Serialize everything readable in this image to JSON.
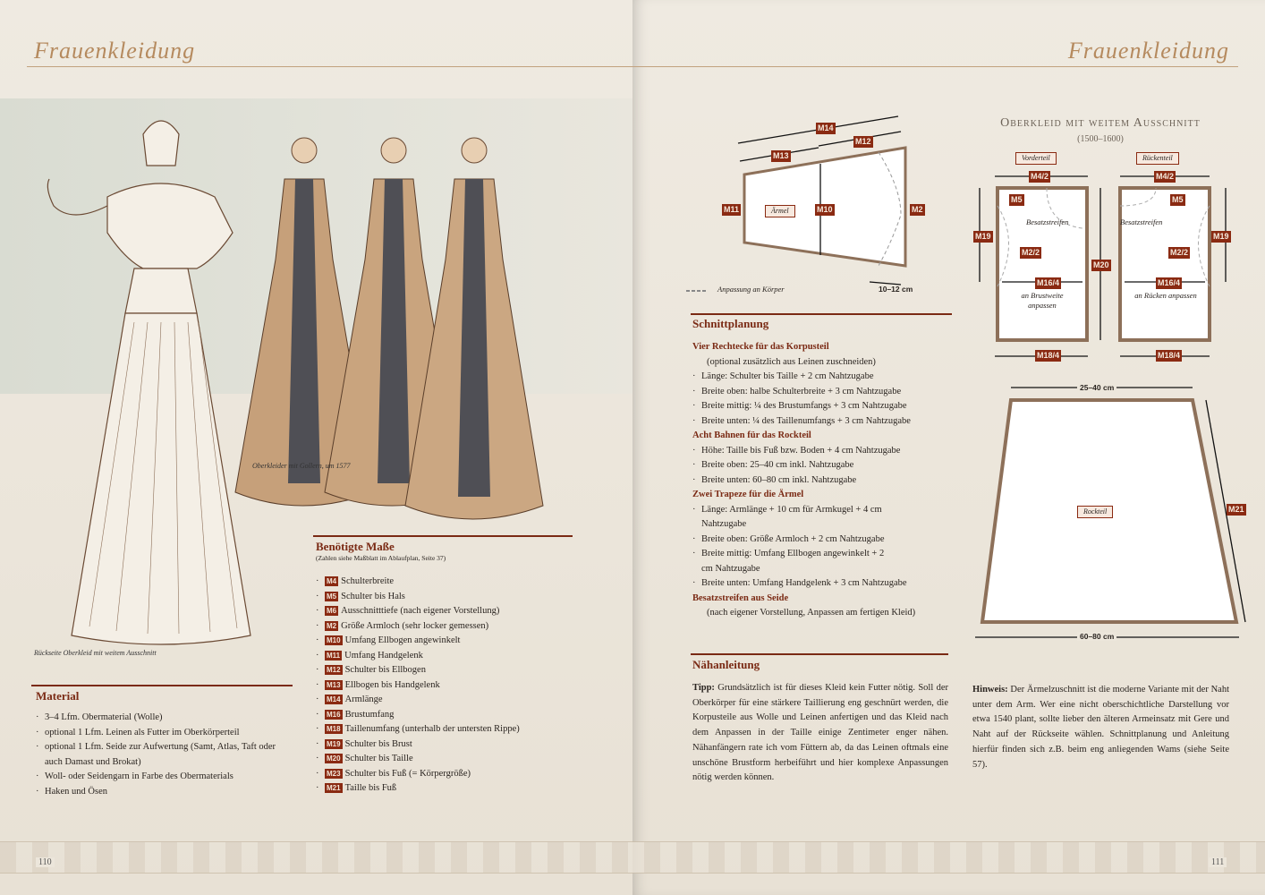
{
  "header": {
    "left_title": "Frauenkleidung",
    "right_title": "Frauenkleidung"
  },
  "captions": {
    "back_view": "Rückseite Oberkleid mit weitem Ausschnitt",
    "three_women": "Oberkleider mit Gollern, um 1577"
  },
  "material": {
    "title": "Material",
    "items": [
      "3–4 Lfm. Obermaterial (Wolle)",
      "optional 1 Lfm. Leinen als Futter im Oberkörperteil",
      "optional 1 Lfm. Seide zur Aufwertung (Samt, Atlas, Taft oder auch Damast und Brokat)",
      "Woll- oder Seidengarn in Farbe des Obermaterials",
      "Haken und Ösen"
    ]
  },
  "measures": {
    "title": "Benötigte Maße",
    "subtitle": "(Zahlen siehe Maßblatt im Ablaufplan, Seite 37)",
    "items": [
      {
        "code": "M4",
        "label": "Schulterbreite"
      },
      {
        "code": "M5",
        "label": "Schulter bis Hals"
      },
      {
        "code": "M6",
        "label": "Ausschnitttiefe (nach eigener Vorstellung)"
      },
      {
        "code": "M2",
        "label": "Größe Armloch (sehr locker gemessen)"
      },
      {
        "code": "M10",
        "label": "Umfang Ellbogen angewinkelt"
      },
      {
        "code": "M11",
        "label": "Umfang Handgelenk"
      },
      {
        "code": "M12",
        "label": "Schulter bis Ellbogen"
      },
      {
        "code": "M13",
        "label": "Ellbogen bis Handgelenk"
      },
      {
        "code": "M14",
        "label": "Armlänge"
      },
      {
        "code": "M16",
        "label": "Brustumfang"
      },
      {
        "code": "M18",
        "label": "Taillenumfang (unterhalb der untersten Rippe)"
      },
      {
        "code": "M19",
        "label": "Schulter bis Brust"
      },
      {
        "code": "M20",
        "label": "Schulter bis Taille"
      },
      {
        "code": "M23",
        "label": "Schulter bis Fuß (= Körpergröße)"
      },
      {
        "code": "M21",
        "label": "Taille bis Fuß"
      }
    ]
  },
  "schnitt": {
    "title": "Schnittplanung",
    "groups": [
      {
        "title": "Vier Rechtecke für das Korpusteil",
        "note": "(optional zusätzlich aus Leinen zuschneiden)",
        "items": [
          "Länge: Schulter bis Taille + 2 cm Nahtzugabe",
          "Breite oben: halbe Schulterbreite + 3 cm Nahtzugabe",
          "Breite mittig: ¼ des Brustumfangs + 3 cm Nahtzugabe",
          "Breite unten: ¼ des Taillenumfangs + 3 cm Nahtzugabe"
        ]
      },
      {
        "title": "Acht Bahnen für das Rockteil",
        "items": [
          "Höhe: Taille bis Fuß bzw. Boden + 4 cm Nahtzugabe",
          "Breite oben: 25–40 cm inkl. Nahtzugabe",
          "Breite unten: 60–80 cm inkl. Nahtzugabe"
        ]
      },
      {
        "title": "Zwei Trapeze für die Ärmel",
        "items": [
          "Länge: Armlänge + 10 cm für Armkugel + 4 cm Nahtzugabe",
          "Breite oben: Größe Armloch + 2 cm Nahtzugabe",
          "Breite mittig: Umfang Ellbogen angewinkelt + 2 cm Nahtzugabe",
          "Breite unten: Umfang Handgelenk + 3 cm Nahtzugabe"
        ]
      },
      {
        "title": "Besatzstreifen aus Seide",
        "note": "(nach eigener Vorstellung, Anpassen am fertigen Kleid)"
      }
    ]
  },
  "naehen": {
    "title": "Nähanleitung",
    "tip_label": "Tipp:",
    "tip": " Grundsätzlich ist für dieses Kleid kein Futter nötig. Soll der Oberkörper für eine stärkere Taillierung eng geschnürt werden, die Korpusteile aus Wolle und Leinen anfertigen und das Kleid nach dem Anpassen in der Taille einige Zentimeter enger nähen. Nähanfängern rate ich vom Füttern ab, da das Leinen oftmals eine unschöne Brustform herbeiführt und hier komplexe Anpassungen nötig werden können."
  },
  "hinweis": {
    "label": "Hinweis:",
    "text": " Der Ärmelzuschnitt ist die moderne Variante mit der Naht unter dem Arm. Wer eine nicht oberschichtliche Darstellung vor etwa 1540 plant, sollte lieber den älteren Armeinsatz mit Gere und Naht auf der Rückseite wählen. Schnittplanung und Anleitung hierfür finden sich z.B. beim eng anliegenden Wams (siehe Seite 57)."
  },
  "diagram": {
    "title": "Oberkleid mit weitem Ausschnitt",
    "years": "(1500–1600)",
    "sleeve": {
      "tag": "Ärmel",
      "m14": "M14",
      "m13": "M13",
      "m12": "M12",
      "m11": "M11",
      "m10": "M10",
      "m2": "M2",
      "allow": "10–12 cm",
      "legend": "Anpassung an Körper"
    },
    "front": {
      "tag": "Vorderteil",
      "top": "M4/2",
      "neck": "M5",
      "side": "M19",
      "arm": "M2/2",
      "chest": "M16/4",
      "note": "an Brustweite anpassen",
      "bottom": "M18/4",
      "trim": "Besatzstreifen"
    },
    "back": {
      "tag": "Rückenteil",
      "top": "M4/2",
      "neck": "M5",
      "side": "M19",
      "arm": "M2/2",
      "chest": "M16/4",
      "note": "an Rücken anpassen",
      "bottom": "M18/4",
      "trim": "Besatzstreifen"
    },
    "center": "M20",
    "skirt": {
      "tag": "Rockteil",
      "top": "25–40 cm",
      "bottom": "60–80 cm",
      "height": "M21"
    }
  },
  "pages": {
    "left": "110",
    "right": "111"
  },
  "colors": {
    "accent": "#7a2a14",
    "label_bg": "#8a2a12",
    "paper": "#ece6db"
  }
}
